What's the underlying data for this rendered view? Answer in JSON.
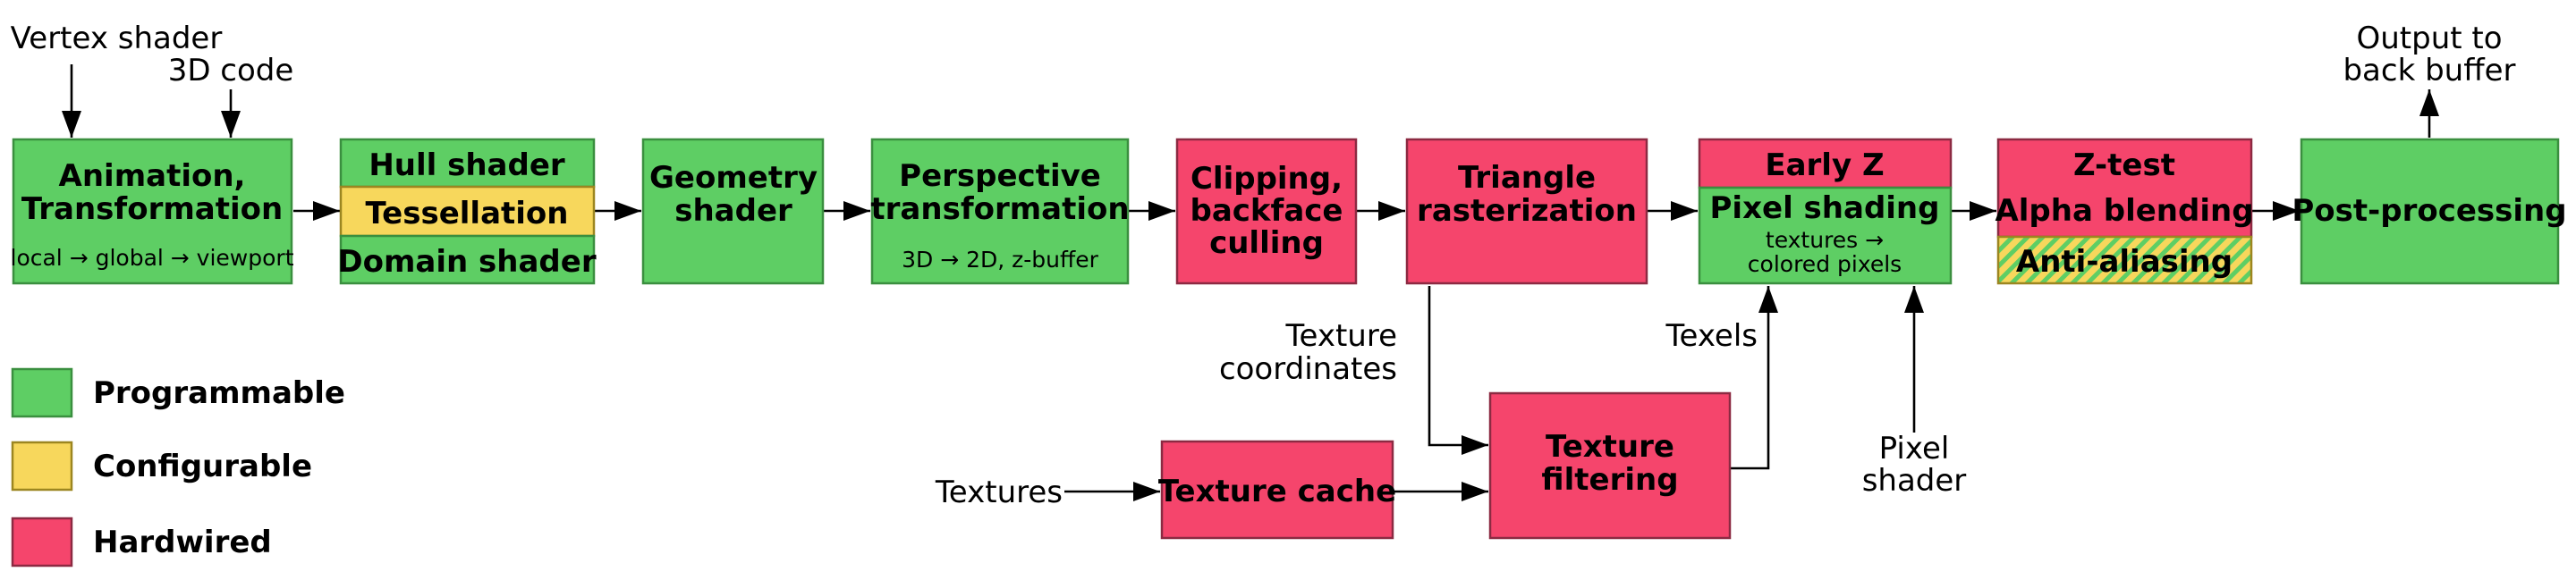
{
  "stages": {
    "anim_title_1": "Animation,",
    "anim_title_2": "Transformation",
    "anim_sub": "local → global → viewport",
    "hull": "Hull shader",
    "tess": "Tessellation",
    "domain": "Domain shader",
    "geom_1": "Geometry",
    "geom_2": "shader",
    "persp_1": "Perspective",
    "persp_2": "transformation",
    "persp_sub": "3D → 2D, z-buffer",
    "clip_1": "Clipping,",
    "clip_2": "backface",
    "clip_3": "culling",
    "tri_1": "Triangle",
    "tri_2": "rasterization",
    "earlyz": "Early Z",
    "pixel": "Pixel shading",
    "pixel_sub_1": "textures →",
    "pixel_sub_2": "colored pixels",
    "ztest": "Z-test",
    "alpha": "Alpha blending",
    "aa": "Anti-aliasing",
    "post": "Post-processing",
    "cache": "Texture cache",
    "filt_1": "Texture",
    "filt_2": "filtering"
  },
  "annotations": {
    "vertex_shader": "Vertex shader",
    "code_3d": "3D code",
    "output_1": "Output to",
    "output_2": "back buffer",
    "texcoord_1": "Texture",
    "texcoord_2": "coordinates",
    "texels": "Texels",
    "pixel_shader_1": "Pixel",
    "pixel_shader_2": "shader",
    "textures": "Textures"
  },
  "legend": {
    "programmable": "Programmable",
    "configurable": "Configurable",
    "hardwired": "Hardwired"
  },
  "colors": {
    "programmable": "#5ece64",
    "configurable": "#f7d75c",
    "hardwired": "#f5456c"
  }
}
